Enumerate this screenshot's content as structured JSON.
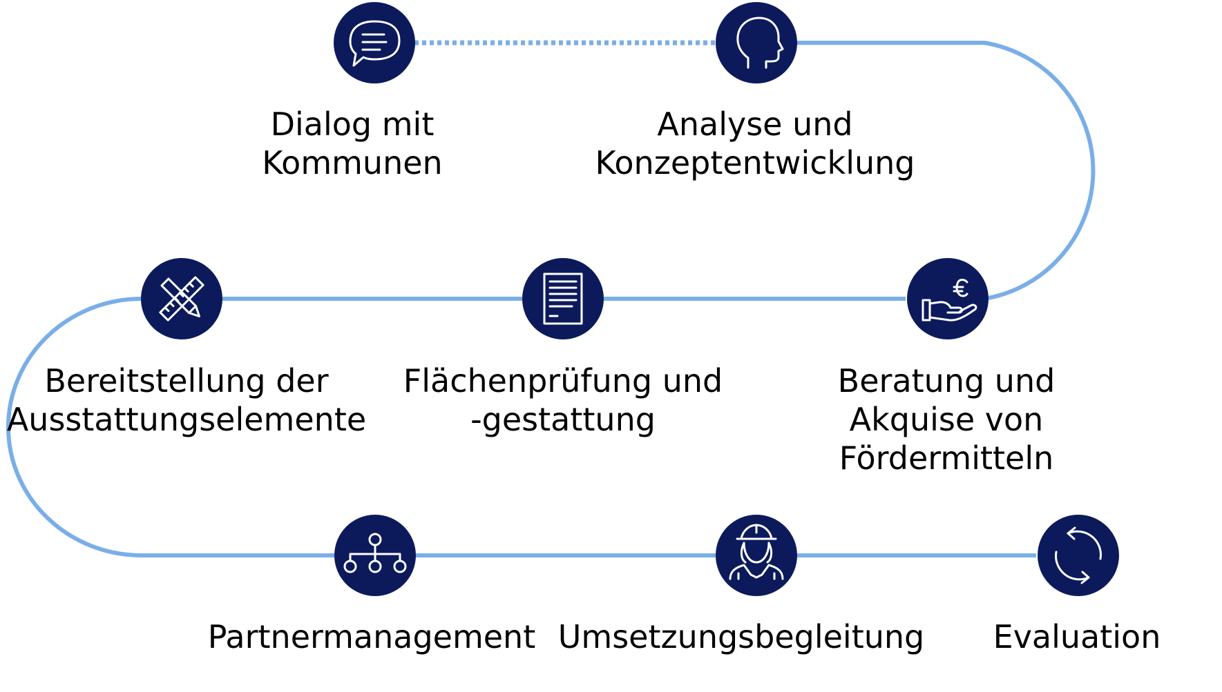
{
  "colors": {
    "node_fill": "#0c1a5c",
    "icon_stroke": "#ffffff",
    "connector": "#7aaee8",
    "label_text": "#000000"
  },
  "steps": [
    {
      "id": "dialog",
      "icon": "speech-bubble-icon",
      "label_lines": [
        "Dialog mit",
        "Kommunen"
      ]
    },
    {
      "id": "analyse",
      "icon": "head-profile-icon",
      "label_lines": [
        "Analyse und",
        "Konzeptentwicklung"
      ]
    },
    {
      "id": "beratung",
      "icon": "hand-euro-icon",
      "label_lines": [
        "Beratung und",
        "Akquise von",
        "Fördermitteln"
      ]
    },
    {
      "id": "flaechen",
      "icon": "document-icon",
      "label_lines": [
        "Flächenprüfung und",
        "-gestattung"
      ]
    },
    {
      "id": "bereitstellung",
      "icon": "ruler-pencil-icon",
      "label_lines": [
        "Bereitstellung der",
        "Ausstattungselemente"
      ]
    },
    {
      "id": "partner",
      "icon": "network-icon",
      "label_lines": [
        "Partnermanagement"
      ]
    },
    {
      "id": "umsetzung",
      "icon": "worker-helmet-icon",
      "label_lines": [
        "Umsetzungsbegleitung"
      ]
    },
    {
      "id": "evaluation",
      "icon": "refresh-cycle-icon",
      "label_lines": [
        "Evaluation"
      ]
    }
  ]
}
